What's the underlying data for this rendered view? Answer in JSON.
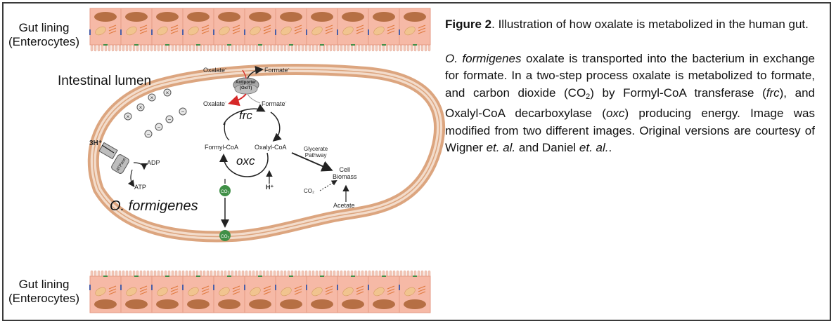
{
  "labels": {
    "gut_top_line1": "Gut lining",
    "gut_top_line2": "(Enterocytes)",
    "gut_bottom_line1": "Gut lining",
    "gut_bottom_line2": "(Enterocytes)",
    "lumen": "Intestinal lumen",
    "species": "O. formigenes"
  },
  "diagram": {
    "oxalate_out": "Oxalate",
    "formate_out": "Formate",
    "antiporter": "Antiporter",
    "oxlt": "(OxlT)",
    "oxalate_in": "Oxalate",
    "formate_in": "Formate",
    "frc": "frc",
    "oxc": "oxc",
    "formyl_coa": "Formyl-CoA",
    "oxalyl_coa": "Oxalyl-CoA",
    "glycerate_line1": "Glycerate",
    "glycerate_line2": "Pathway",
    "cell_line1": "Cell",
    "cell_line2": "Biomass",
    "co2_small": "CO₂",
    "acetate": "Acetate",
    "h_plus": "H⁺",
    "three_h": "3H⁺",
    "atpase": "ATPase",
    "adp": "ADP",
    "atp": "ATP",
    "co2_circle": "CO₂",
    "ion_negative": "−",
    "ion_cross": "×"
  },
  "caption": {
    "title_bold": "Figure 2",
    "title_rest": ". Illustration of how oxalate is metabolized in the human gut.",
    "p2_italic1": "O. formigenes",
    "p2_text1": " oxalate is transported into the bacterium in exchange for formate. In a two-step process oxalate is metabolized to formate, and carbon dioxide (CO",
    "p2_sub": "2",
    "p2_text2": ") by Formyl-CoA transferase (",
    "p2_italic2": "frc",
    "p2_text3": "), and Oxalyl-CoA decarboxylase (",
    "p2_italic3": "oxc",
    "p2_text4": ") producing energy. Image was modified from two different images. Original versions are courtesy of Wigner ",
    "p2_italic4": "et. al.",
    "p2_text5": " and Daniel ",
    "p2_italic5": "et. al."
  },
  "colors": {
    "membrane_outer": "#dca57f",
    "membrane_inner": "#f3dccb",
    "cell_fill": "#f6b9a6",
    "nucleus": "#b66f44",
    "mitochondria": "#f1c48f",
    "co2_green": "#3f8f46",
    "red_arrow": "#d62828",
    "microvilli": "#f2c8b8"
  }
}
